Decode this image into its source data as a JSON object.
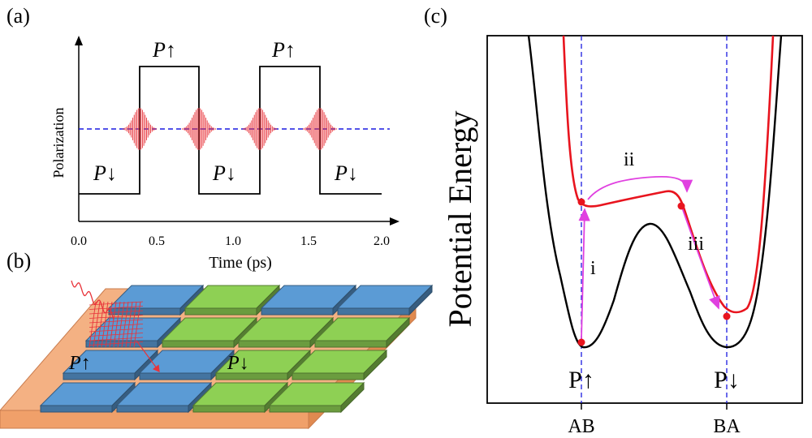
{
  "panel_a": {
    "label": "(a)",
    "ylabel": "Polarization",
    "xlabel": "Time (ps)",
    "x_ticks": [
      "0.0",
      "0.5",
      "1.0",
      "1.5",
      "2.0"
    ],
    "state_labels": {
      "low_1": "P↓",
      "high_1": "P↑",
      "low_2": "P↓",
      "high_2": "P↑",
      "low_3": "P↓"
    },
    "colors": {
      "signal": "#000000",
      "pulse": "#e8333a",
      "baseline": "#1a1ae0"
    }
  },
  "panel_b": {
    "label": "(b)",
    "tile_labels": {
      "up": "P↑",
      "down": "P↓"
    },
    "colors": {
      "blue_tile": "#5b9bd5",
      "green_tile": "#8ed054",
      "substrate": "#f4b183",
      "laser": "#e8333a"
    }
  },
  "panel_c": {
    "label": "(c)",
    "ylabel": "Potential Energy",
    "x_ticks": [
      "AB",
      "BA"
    ],
    "minima_labels": {
      "left": "P↑",
      "right": "P↓"
    },
    "path_labels": {
      "i": "i",
      "ii": "ii",
      "iii": "iii"
    },
    "colors": {
      "ground": "#000000",
      "excited": "#e8141e",
      "path": "#e040e0",
      "guide": "#1a1ae0"
    }
  }
}
